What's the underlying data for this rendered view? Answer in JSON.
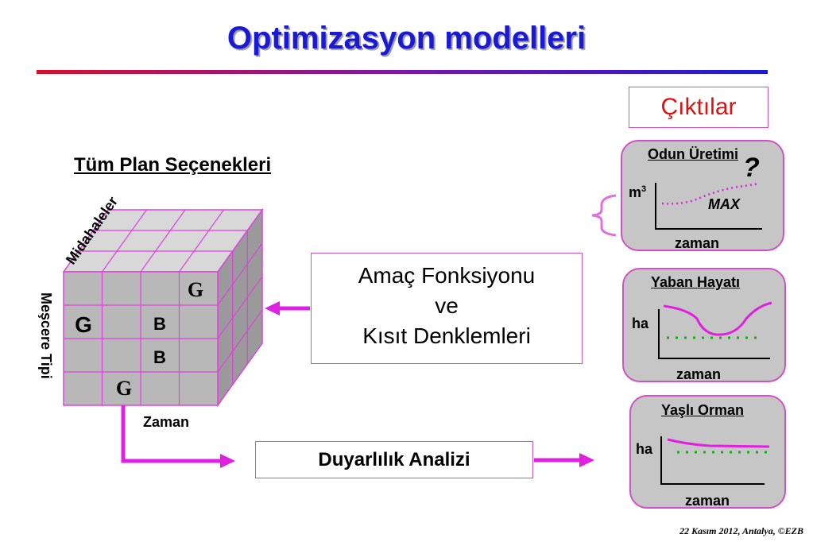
{
  "title": "Optimizasyon modelleri",
  "outputs_label": "Çıktılar",
  "plan": {
    "title": "Tüm Plan Seçenekleri",
    "axis_interventions": "Midahaleler",
    "axis_stand_type": "Meşcere Tipi",
    "axis_time": "Zaman",
    "cells": [
      {
        "row": 0,
        "col": 3,
        "text": "G",
        "style": "serif"
      },
      {
        "row": 1,
        "col": 0,
        "text": "G",
        "style": "sans-large"
      },
      {
        "row": 1,
        "col": 2,
        "text": "B",
        "style": "sans"
      },
      {
        "row": 2,
        "col": 2,
        "text": "B",
        "style": "sans"
      },
      {
        "row": 3,
        "col": 1,
        "text": "G",
        "style": "serif"
      }
    ]
  },
  "objective": {
    "line1": "Amaç Fonksiyonu",
    "line2": "ve",
    "line3": "Kısıt Denklemleri"
  },
  "sensitivity": "Duyarlılık Analizi",
  "panels": {
    "wood": {
      "title": "Odun Üretimi",
      "ylabel": "m",
      "ylabel_sup": "3",
      "xlabel": "zaman",
      "annotation": "MAX",
      "question": "?"
    },
    "wildlife": {
      "title": "Yaban Hayatı",
      "ylabel": "ha",
      "xlabel": "zaman"
    },
    "oldforest": {
      "title": "Yaşlı Orman",
      "ylabel": "ha",
      "xlabel": "zaman"
    }
  },
  "footer": "22 Kasım 2012, Antalya, ©EZB",
  "colors": {
    "title": "#1a1ad4",
    "accent": "#e020e0",
    "outputs": "#e01010",
    "panel_bg": "#c6c6c6",
    "green_dots": "#10b010"
  }
}
